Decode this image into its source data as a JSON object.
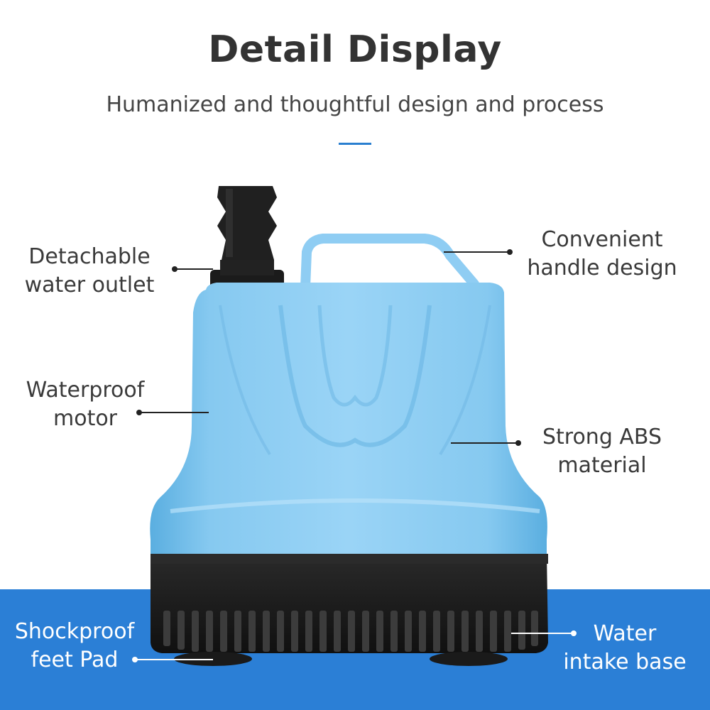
{
  "header": {
    "title": "Detail Display",
    "subtitle": "Humanized and thoughtful design and process"
  },
  "colors": {
    "accent": "#2a7fd0",
    "band": "#2b7fd6",
    "pump_body": "#7cc3ee",
    "pump_base": "#1c1c1c"
  },
  "callouts": {
    "outlet": {
      "line1": "Detachable",
      "line2": "water outlet"
    },
    "handle": {
      "line1": "Convenient",
      "line2": "handle design"
    },
    "motor": {
      "line1": "Waterproof",
      "line2": "motor"
    },
    "abs": {
      "line1": "Strong ABS",
      "line2": "material"
    },
    "feet": {
      "line1": "Shockproof",
      "line2": "feet Pad"
    },
    "intake": {
      "line1": "Water",
      "line2": "intake base"
    }
  }
}
